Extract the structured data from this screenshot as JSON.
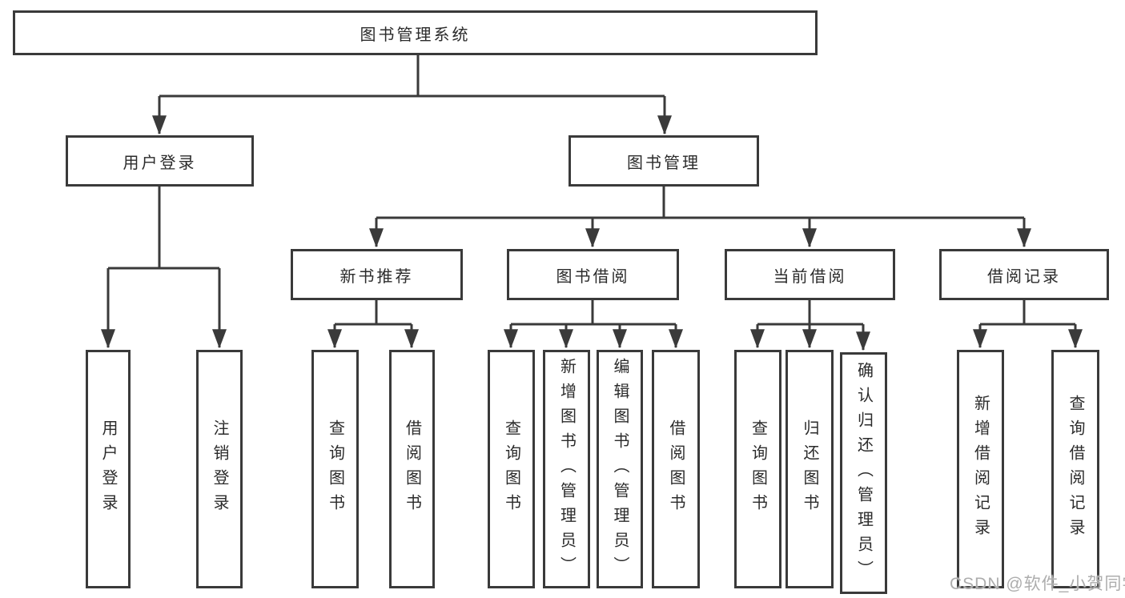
{
  "diagram": {
    "type": "tree",
    "root": {
      "label": "图书管理系统"
    },
    "branches": [
      {
        "label": "用户登录",
        "children": [
          {
            "label": "用户登录"
          },
          {
            "label": "注销登录"
          }
        ]
      },
      {
        "label": "图书管理",
        "children": [
          {
            "label": "新书推荐",
            "children": [
              {
                "label": "查询图书"
              },
              {
                "label": "借阅图书"
              }
            ]
          },
          {
            "label": "图书借阅",
            "children": [
              {
                "label": "查询图书"
              },
              {
                "label": "新增图书（管理员）"
              },
              {
                "label": "编辑图书（管理员）"
              },
              {
                "label": "借阅图书"
              }
            ]
          },
          {
            "label": "当前借阅",
            "children": [
              {
                "label": "查询图书"
              },
              {
                "label": "归还图书"
              },
              {
                "label": "确认归还（管理员）"
              }
            ]
          },
          {
            "label": "借阅记录",
            "children": [
              {
                "label": "新增借阅记录"
              },
              {
                "label": "查询借阅记录"
              }
            ]
          }
        ]
      }
    ]
  },
  "colors": {
    "line": "#3a3a3a",
    "text": "#2b2b2b",
    "background": "#ffffff",
    "watermark": "#adadad"
  },
  "watermark": {
    "text": "CSDN @软件_小贺同学"
  }
}
